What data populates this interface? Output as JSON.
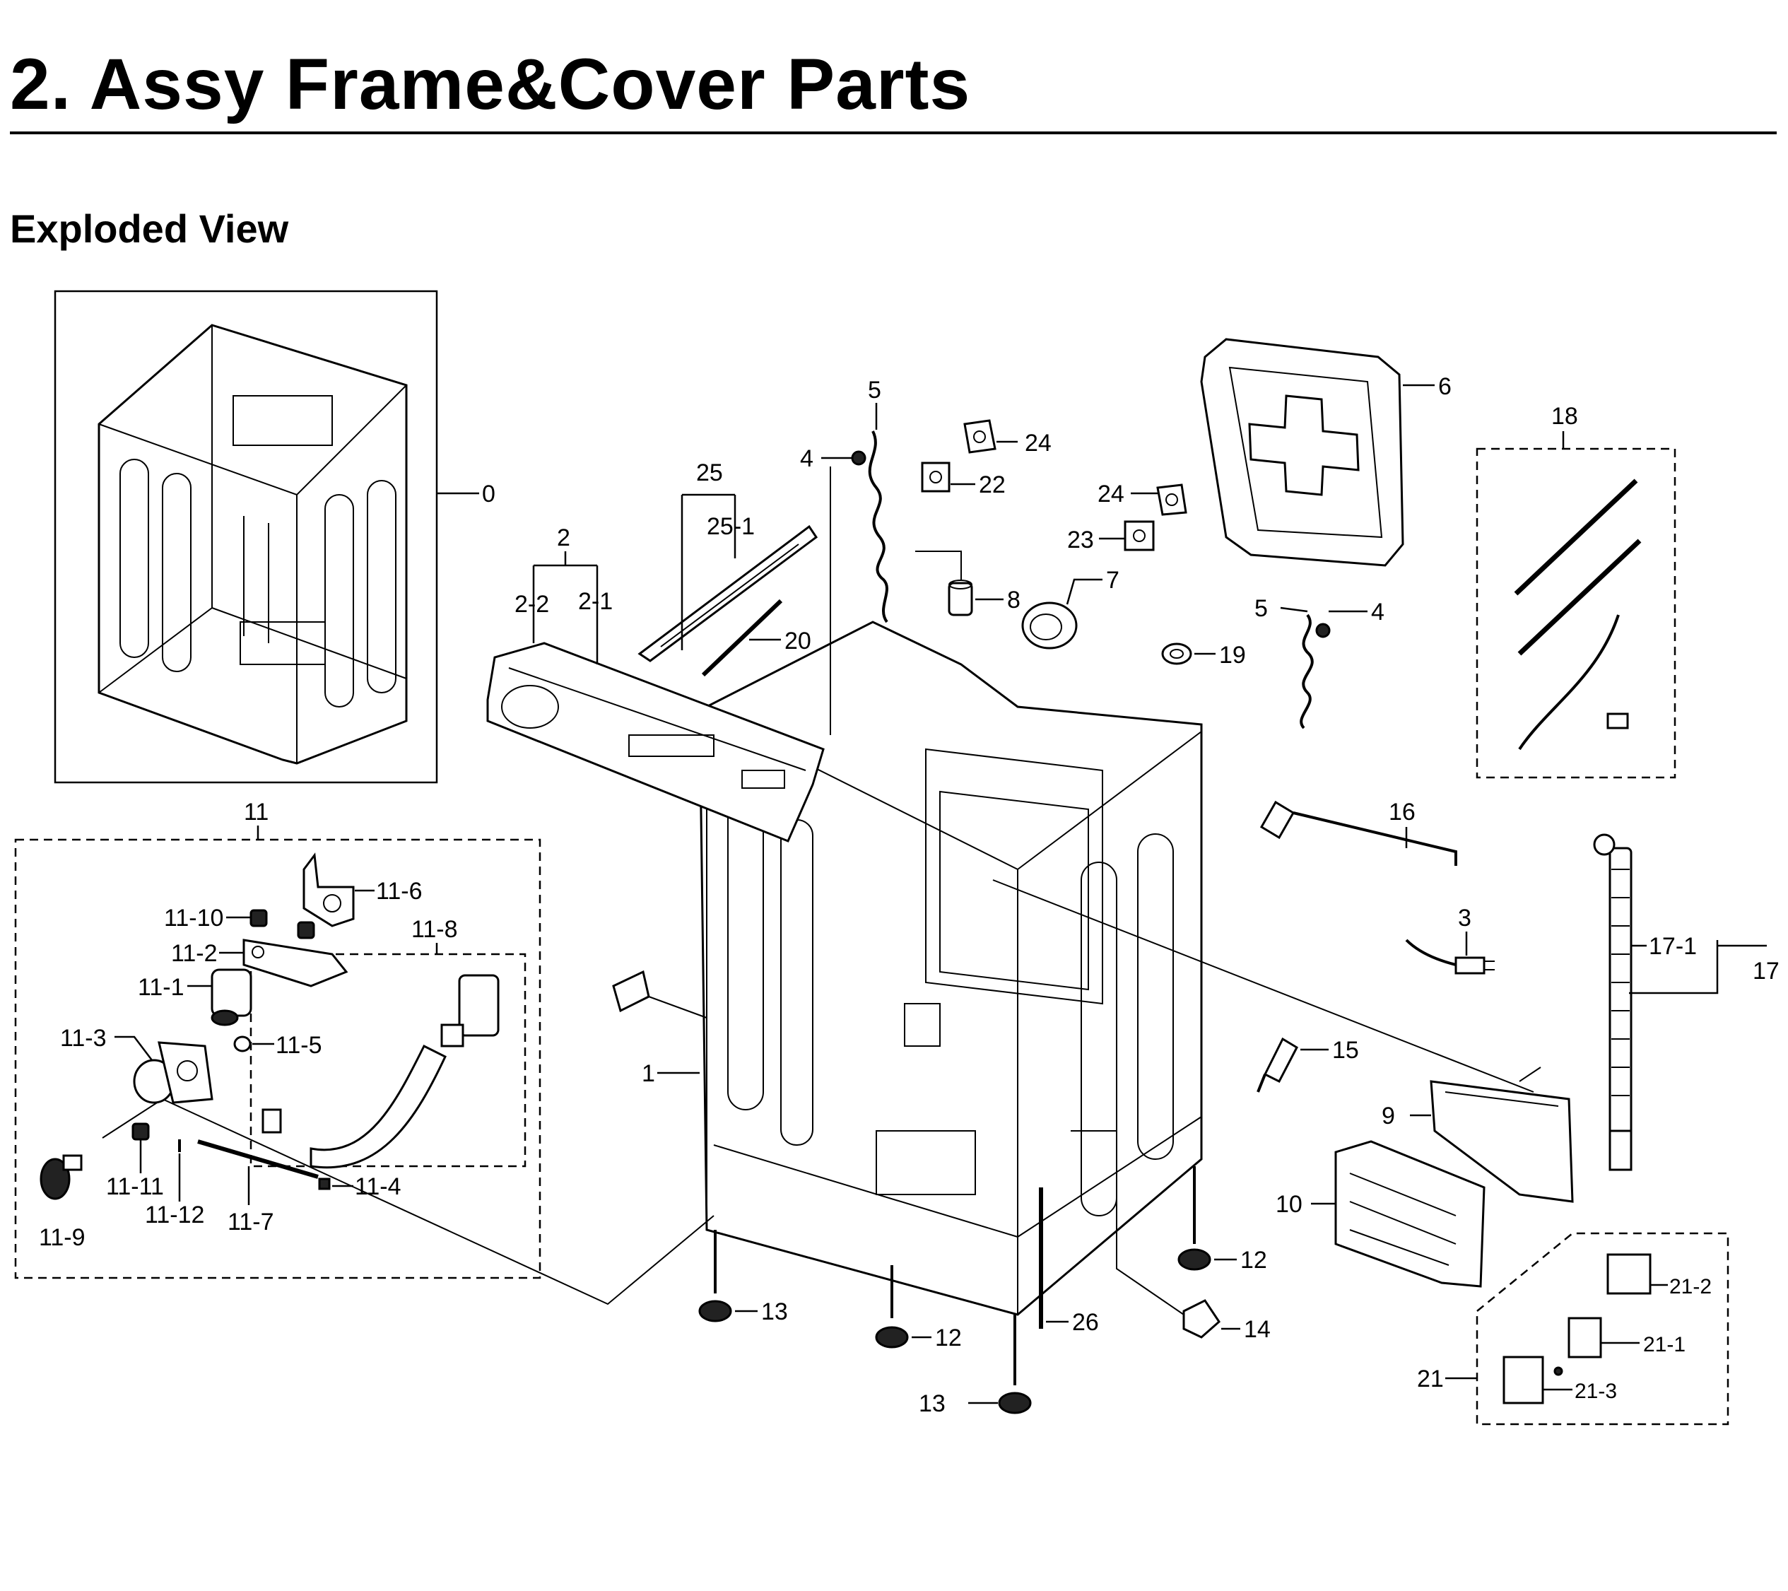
{
  "title": "2.  Assy Frame&Cover Parts",
  "subtitle": "Exploded View",
  "callouts": {
    "c0": "0",
    "c1": "1",
    "c2": "2",
    "c2_1": "2-1",
    "c2_2": "2-2",
    "c3": "3",
    "c4a": "4",
    "c4b": "4",
    "c5a": "5",
    "c5b": "5",
    "c6": "6",
    "c7": "7",
    "c8": "8",
    "c9": "9",
    "c10": "10",
    "c11": "11",
    "c11_1": "11-1",
    "c11_2": "11-2",
    "c11_3": "11-3",
    "c11_4": "11-4",
    "c11_5": "11-5",
    "c11_6": "11-6",
    "c11_7": "11-7",
    "c11_8": "11-8",
    "c11_9": "11-9",
    "c11_10": "11-10",
    "c11_11": "11-11",
    "c11_12": "11-12",
    "c12a": "12",
    "c12b": "12",
    "c13a": "13",
    "c13b": "13",
    "c14": "14",
    "c15": "15",
    "c16": "16",
    "c17": "17",
    "c17_1": "17-1",
    "c18": "18",
    "c19": "19",
    "c20": "20",
    "c21": "21",
    "c21_1": "21-1",
    "c21_2": "21-2",
    "c21_3": "21-3",
    "c22": "22",
    "c23": "23",
    "c24a": "24",
    "c24b": "24",
    "c25": "25",
    "c25_1": "25-1",
    "c26": "26"
  }
}
